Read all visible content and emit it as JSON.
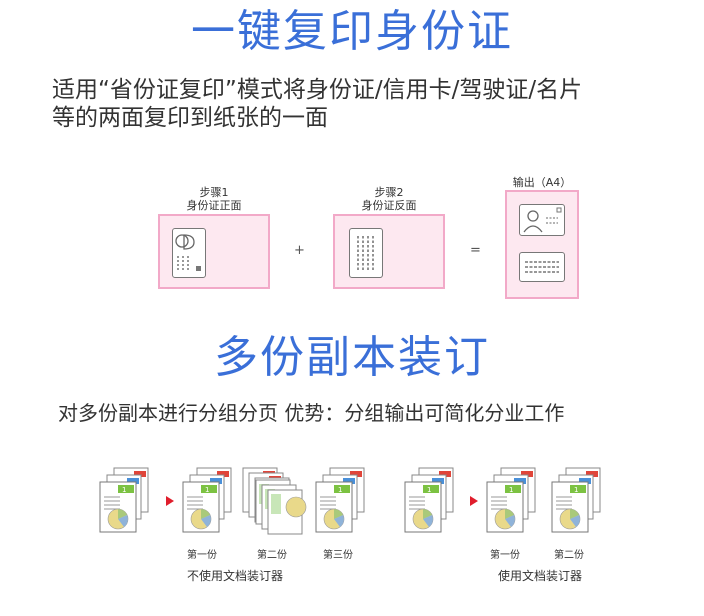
{
  "section1": {
    "title": "一键复印身份证",
    "desc_line1": "适用“省份证复印”模式将身份证/信用卡/驾驶证/名片",
    "desc_line2": "等的两面复印到纸张的一面",
    "step1_line1": "步骤1",
    "step1_line2": "身份证正面",
    "step2_line1": "步骤2",
    "step2_line2": "身份证反面",
    "output_label": "输出（A4）",
    "plus": "+",
    "equals": "="
  },
  "section2": {
    "title": "多份副本装订",
    "desc": "对多份副本进行分组分页  优势：分组输出可简化分业工作",
    "left_copy1": "第一份",
    "left_copy2": "第二份",
    "left_copy3": "第三份",
    "left_caption": "不使用文档装订器",
    "right_copy1": "第一份",
    "right_copy2": "第二份",
    "right_caption": "使用文档装订器",
    "page_number": "1"
  },
  "colors": {
    "title_blue": "#3a6fd8",
    "pink_fill": "#fde8f0",
    "pink_border": "#f2a9c8",
    "arrow_red": "#e01e2c"
  }
}
